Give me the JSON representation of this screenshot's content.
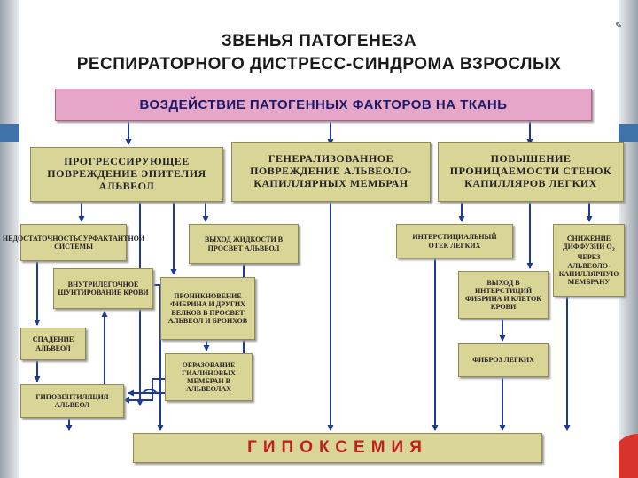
{
  "title": {
    "line1": "ЗВЕНЬЯ  ПАТОГЕНЕЗА",
    "line2": "РЕСПИРАТОРНОГО ДИСТРЕСС-СИНДРОМА  ВЗРОСЛЫХ"
  },
  "boxes": {
    "top": "ВОЗДЕЙСТВИЕ  ПАТОГЕННЫХ  ФАКТОРОВ  НА  ТКАНЬ",
    "progressive": "ПРОГРЕССИРУЮЩЕЕ ПОВРЕЖДЕНИЕ ЭПИТЕЛИЯ АЛЬВЕОЛ",
    "generalized": "ГЕНЕРАЛИЗОВАННОЕ ПОВРЕЖДЕНИЕ АЛЬВЕОЛО-КАПИЛЛЯРНЫХ МЕМБРАН",
    "permeability": "ПОВЫШЕНИЕ ПРОНИЦАЕМОСТИ СТЕНОК КАПИЛЛЯРОВ ЛЕГКИХ",
    "surfactant": "НЕДОСТАТОЧНОСТЬСУРФАКТАНТНОЙ СИСТЕМЫ",
    "shunting": "ВНУТРИЛЕГОЧНОЕ ШУНТИРОВАНИЕ КРОВИ",
    "fluid_exit": "ВЫХОД ЖИДКОСТИ В ПРОСВЕТ АЛЬВЕОЛ",
    "penetration": "ПРОНИКНОВЕНИЕ ФИБРИНА И ДРУГИХ БЕЛКОВ В ПРОСВЕТ АЛЬВЕОЛ И БРОНХОВ",
    "collapse": "СПАДЕНИЕ АЛЬВЕОЛ",
    "hyaline": "ОБРАЗОВАНИЕ ГИАЛИНОВЫХ МЕМБРАН В АЛЬВЕОЛАХ",
    "hypoventilation": "ГИПОВЕНТИЛЯЦИЯ АЛЬВЕОЛ",
    "interstitial_edema": "ИНТЕРСТИЦИАЛЬНЫЙ ОТЕК ЛЕГКИХ",
    "diffusion_prefix": "СНИЖЕНИЕ ДИФФУЗИИ О",
    "diffusion_sub": "2",
    "diffusion_suffix": " ЧЕРЕЗ АЛЬВЕОЛО-КАПИЛЛЯРНУЮ МЕМБРАНУ",
    "fibrin_exit": "ВЫХОД В ИНТЕРСТИЦИЙ ФИБРИНА И КЛЕТОК КРОВИ",
    "fibrosis": "ФИБРОЗ ЛЕГКИХ",
    "hypoxemia": "ГИПОКСЕМИЯ"
  },
  "colors": {
    "box_fill": "#d9d597",
    "top_fill": "#e7a6c8",
    "arrow": "#1f3a93",
    "hypoxemia_text": "#c02020"
  },
  "icons": [
    "pin-icon"
  ]
}
